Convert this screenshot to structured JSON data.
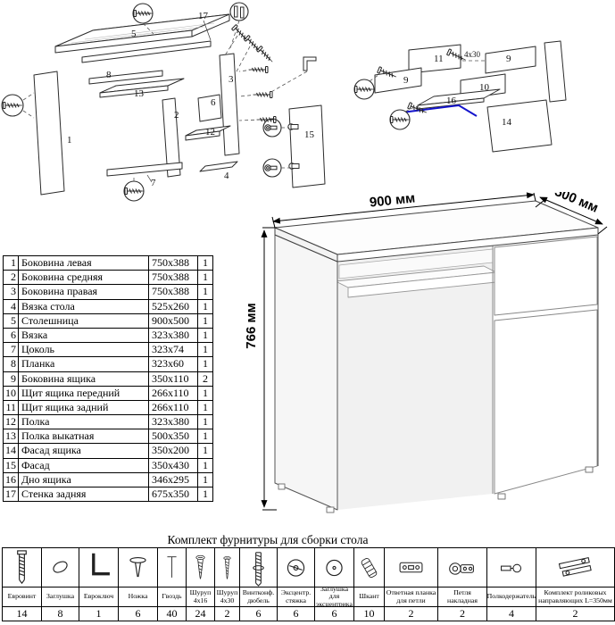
{
  "colors": {
    "accent_blue": "#1414cc",
    "outline": "#333333"
  },
  "desk_view": {
    "dim_width": "900 мм",
    "dim_depth": "500 мм",
    "dim_height": "766 мм"
  },
  "exploded_desk": {
    "part_labels": [
      "17",
      "5",
      "8",
      "3",
      "13",
      "2",
      "6",
      "12",
      "4",
      "1",
      "7",
      "15"
    ]
  },
  "exploded_drawer": {
    "part_labels": [
      "9",
      "11",
      "9",
      "10",
      "16",
      "14"
    ],
    "screw_note": "4x30"
  },
  "parts_table": {
    "rows": [
      {
        "num": "1",
        "name": "Боковина левая",
        "size": "750x388",
        "qty": "1"
      },
      {
        "num": "2",
        "name": "Боковина средняя",
        "size": "750x388",
        "qty": "1"
      },
      {
        "num": "3",
        "name": "Боковина правая",
        "size": "750x388",
        "qty": "1"
      },
      {
        "num": "4",
        "name": "Вязка стола",
        "size": "525x260",
        "qty": "1"
      },
      {
        "num": "5",
        "name": "Столешница",
        "size": "900x500",
        "qty": "1"
      },
      {
        "num": "6",
        "name": "Вязка",
        "size": "323x380",
        "qty": "1"
      },
      {
        "num": "7",
        "name": "Цоколь",
        "size": "323x74",
        "qty": "1"
      },
      {
        "num": "8",
        "name": "Планка",
        "size": "323x60",
        "qty": "1"
      },
      {
        "num": "9",
        "name": "Боковина ящика",
        "size": "350x110",
        "qty": "2"
      },
      {
        "num": "10",
        "name": "Щит ящика передний",
        "size": "266x110",
        "qty": "1"
      },
      {
        "num": "11",
        "name": "Щит ящика задний",
        "size": "266x110",
        "qty": "1"
      },
      {
        "num": "12",
        "name": "Полка",
        "size": "323x380",
        "qty": "1"
      },
      {
        "num": "13",
        "name": "Полка выкатная",
        "size": "500x350",
        "qty": "1"
      },
      {
        "num": "14",
        "name": "Фасад ящика",
        "size": "350x200",
        "qty": "1"
      },
      {
        "num": "15",
        "name": "Фасад",
        "size": "350x430",
        "qty": "1"
      },
      {
        "num": "16",
        "name": "Дно ящика",
        "size": "346x295",
        "qty": "1"
      },
      {
        "num": "17",
        "name": "Стенка задняя",
        "size": "675x350",
        "qty": "1"
      }
    ]
  },
  "hardware": {
    "title": "Комплект фурнитуры для сборки стола",
    "items": [
      {
        "icon": "confirmat-screw-icon",
        "label": "Евровинт",
        "count": "14"
      },
      {
        "icon": "cap-icon",
        "label": "Заглушка",
        "count": "8"
      },
      {
        "icon": "hex-key-icon",
        "label": "Евроключ",
        "count": "1"
      },
      {
        "icon": "foot-icon",
        "label": "Ножка",
        "count": "6"
      },
      {
        "icon": "nail-icon",
        "label": "Гвоздь",
        "count": "40"
      },
      {
        "icon": "screw-icon",
        "label": "Шуруп 4x16",
        "count": "24"
      },
      {
        "icon": "screw-long-icon",
        "label": "Шуруп 4x30",
        "count": "2"
      },
      {
        "icon": "dowel-screw-icon",
        "label": "Винтконф. дюбель",
        "count": "6"
      },
      {
        "icon": "cam-lock-icon",
        "label": "Эксцентр. стяжка",
        "count": "6"
      },
      {
        "icon": "cam-cap-icon",
        "label": "Заглушка для эксцентрика",
        "count": "6"
      },
      {
        "icon": "dowel-icon",
        "label": "Шкант",
        "count": "10"
      },
      {
        "icon": "hinge-plate-icon",
        "label": "Ответная планка для петли",
        "count": "2"
      },
      {
        "icon": "hinge-icon",
        "label": "Петля накладная",
        "count": "2"
      },
      {
        "icon": "shelf-pin-icon",
        "label": "Полкодержатель",
        "count": "4"
      },
      {
        "icon": "drawer-slides-icon",
        "label": "Комплект роликовых направляющих L=350мм",
        "count": "2"
      }
    ]
  }
}
